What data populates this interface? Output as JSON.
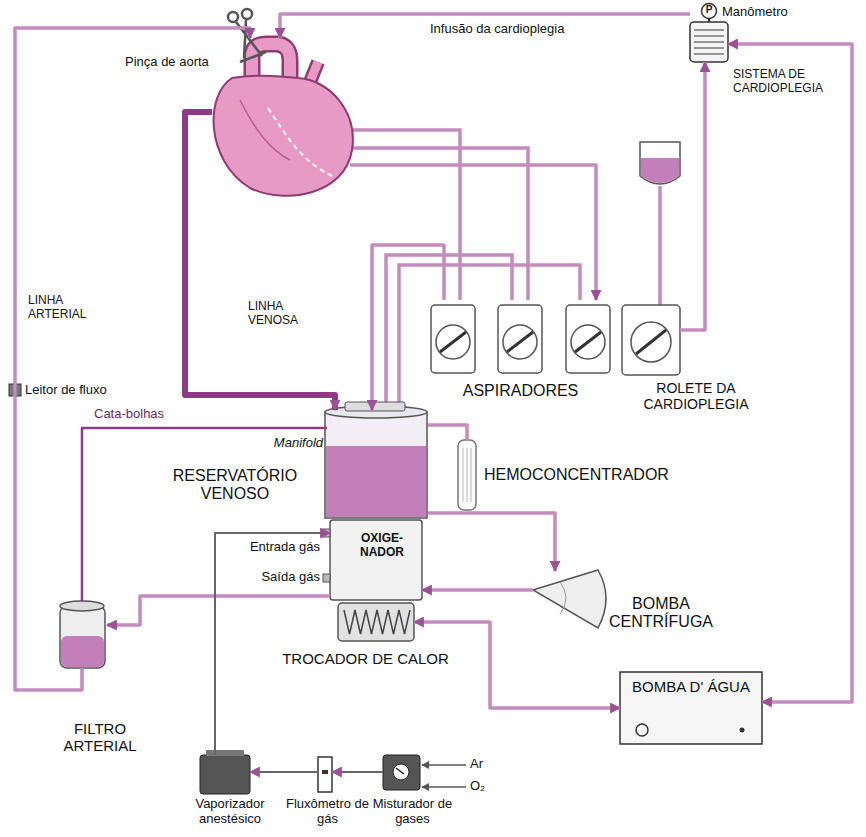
{
  "diagram": {
    "nodes": [
      {
        "text": [
          "Pinça de aorta"
        ]
      },
      {
        "text": [
          "Manômetro",
          "SISTEMA DE CARDIOPLEGIA"
        ]
      },
      {
        "text": [
          "ASPIRADORES"
        ]
      },
      {
        "text": [
          "ROLETE DA CARDIOPLEGIA"
        ]
      },
      {
        "text": [
          "Manifold",
          "RESERVATÓRIO VENOSO"
        ]
      },
      {
        "text": [
          "OXIGE- NADOR"
        ]
      },
      {
        "text": [
          "HEMOCONCENTRADOR"
        ]
      },
      {
        "text": [
          "TROCADOR DE CALOR"
        ]
      },
      {
        "text": [
          "BOMBA CENTRÍFUGA"
        ]
      },
      {
        "text": [
          "BOMBA D' ÁGUA"
        ]
      },
      {
        "text": [
          "FILTRO ARTERIAL"
        ]
      },
      {
        "text": [
          "Vaporizador anestésico"
        ]
      },
      {
        "text": [
          "Fluxômetro de gás"
        ]
      },
      {
        "text": [
          "Misturador de gases"
        ]
      }
    ],
    "edges": [
      {
        "from": 0,
        "to": 4,
        "arrow": "to",
        "label": "LINHA VENOSA"
      },
      {
        "from": 10,
        "to": 0,
        "arrow": "to",
        "label": "LINHA ARTERIAL"
      },
      {
        "from": 1,
        "to": 0,
        "arrow": "to",
        "label": "Infusão da cardioplegia"
      },
      {
        "from": 0,
        "to": 2,
        "arrow": "to"
      },
      {
        "from": 2,
        "to": 4,
        "arrow": "to"
      },
      {
        "from": 3,
        "to": 1,
        "arrow": "to"
      },
      {
        "from": 4,
        "to": 8,
        "arrow": "to"
      },
      {
        "from": 8,
        "to": 5,
        "arrow": "to"
      },
      {
        "from": 5,
        "to": 10,
        "arrow": "to"
      },
      {
        "from": 10,
        "to": 4,
        "arrow": "none",
        "label": "Cata-bolhas"
      },
      {
        "from": 4,
        "to": 6,
        "arrow": "none"
      },
      {
        "from": 9,
        "to": 7,
        "arrow": "both"
      },
      {
        "from": 9,
        "to": 1,
        "arrow": "both"
      },
      {
        "from": 13,
        "to": 12,
        "arrow": "to"
      },
      {
        "from": 12,
        "to": 11,
        "arrow": "to"
      },
      {
        "from": 11,
        "to": 5,
        "arrow": "to"
      }
    ],
    "labels": [
      "P",
      "Leitor de fluxo",
      "Entrada gás",
      "Saída gás",
      "Ar",
      "O₂"
    ]
  }
}
